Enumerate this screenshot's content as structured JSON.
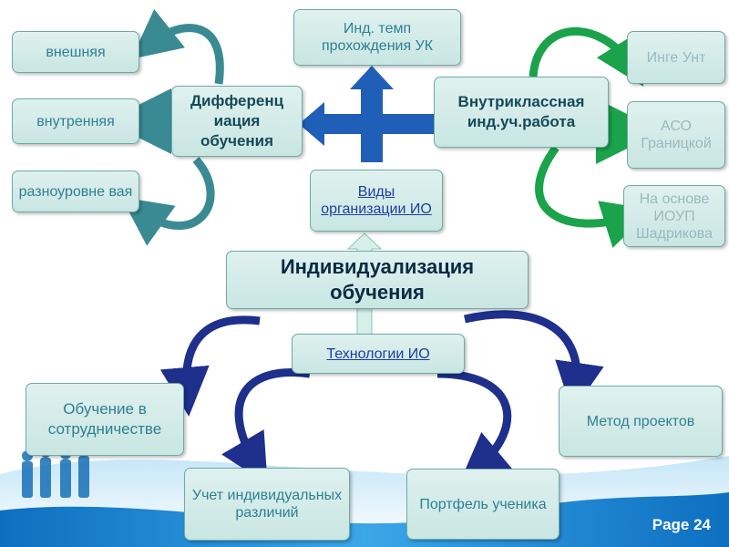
{
  "center": {
    "title": "Индивидуализация обучения"
  },
  "top": {
    "tempo": "Инд. темп прохождения УК",
    "types": "Виды организации ИО",
    "tech": "Технологии ИО"
  },
  "left": {
    "diff": "Дифференц иация обучения",
    "items": [
      "внешняя",
      "внутренняя",
      "разноуровне вая"
    ]
  },
  "right": {
    "inner": "Внутриклассная инд.уч.работа",
    "items": [
      "Инге Унт",
      "АСО Границкой",
      "На основе ИОУП Шадрикова"
    ]
  },
  "bottom": {
    "coop": "Обучение в сотрудничестве",
    "diffs": "Учет индивидуальных различий",
    "portfolio": "Портфель ученика",
    "projects": "Метод проектов"
  },
  "footer": {
    "page": "Page 24"
  },
  "colors": {
    "teal_arrow": "#3a8a94",
    "blue_cross": "#1f5fb8",
    "green_arrow": "#1aa34a",
    "navy_arrow": "#1e2f8c",
    "box_text": "#2f7f93",
    "background_wave": "#2b8fd6"
  }
}
